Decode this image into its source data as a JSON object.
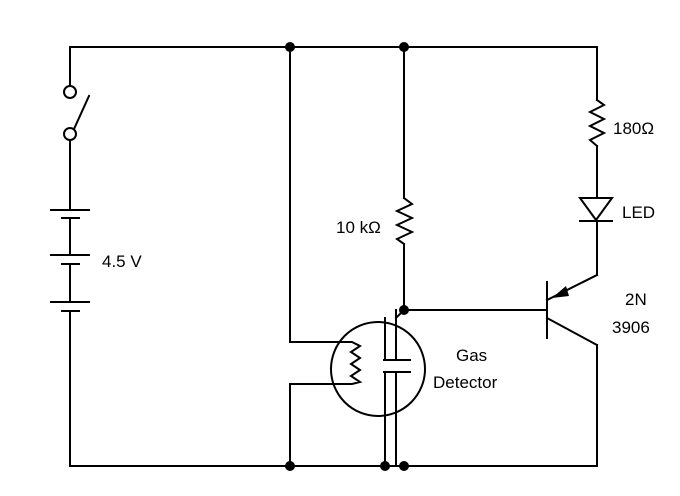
{
  "labels": {
    "battery": "4.5 V",
    "resistor_top": "180Ω",
    "led": "LED",
    "resistor_mid": "10 kΩ",
    "transistor_line1": "2N",
    "transistor_line2": "3906",
    "detector_line1": "Gas",
    "detector_line2": "Detector"
  }
}
